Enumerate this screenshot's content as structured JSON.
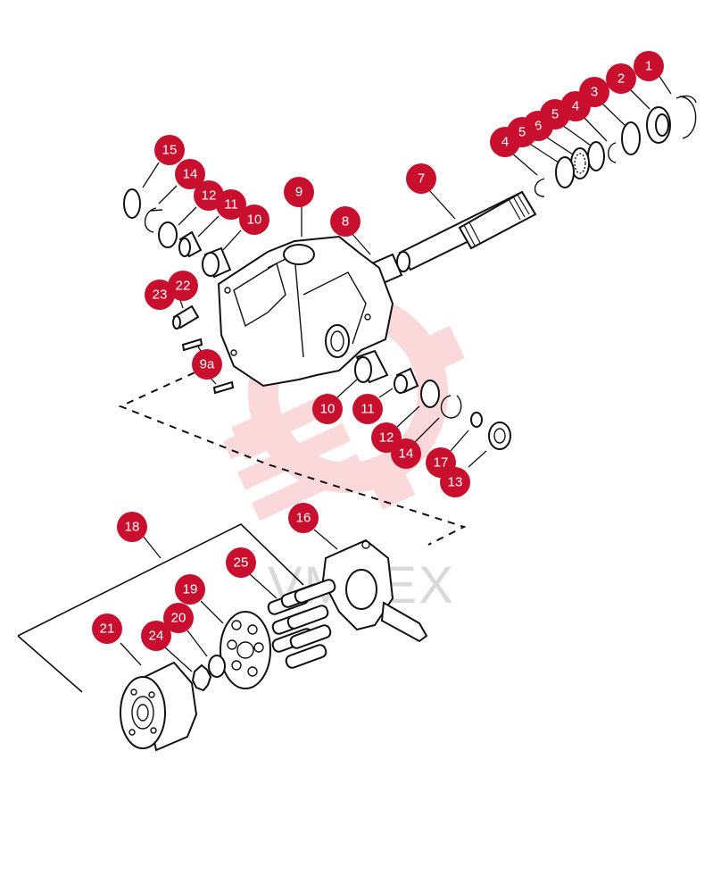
{
  "watermark": {
    "text": "VMFEX",
    "color": "#f8c9cc"
  },
  "accent_color": "#c8102e",
  "callouts": [
    {
      "id": "c1",
      "label": "1"
    },
    {
      "id": "c2",
      "label": "2"
    },
    {
      "id": "c3",
      "label": "3"
    },
    {
      "id": "c4a",
      "label": "4"
    },
    {
      "id": "c5a",
      "label": "5"
    },
    {
      "id": "c6",
      "label": "6"
    },
    {
      "id": "c5b",
      "label": "5"
    },
    {
      "id": "c4b",
      "label": "4"
    },
    {
      "id": "c7",
      "label": "7"
    },
    {
      "id": "c8",
      "label": "8"
    },
    {
      "id": "c9",
      "label": "9"
    },
    {
      "id": "c10a",
      "label": "10"
    },
    {
      "id": "c11a",
      "label": "11"
    },
    {
      "id": "c12a",
      "label": "12"
    },
    {
      "id": "c14a",
      "label": "14"
    },
    {
      "id": "c15",
      "label": "15"
    },
    {
      "id": "c22",
      "label": "22"
    },
    {
      "id": "c23",
      "label": "23"
    },
    {
      "id": "c9a",
      "label": "9a"
    },
    {
      "id": "c10b",
      "label": "10"
    },
    {
      "id": "c11b",
      "label": "11"
    },
    {
      "id": "c12b",
      "label": "12"
    },
    {
      "id": "c14b",
      "label": "14"
    },
    {
      "id": "c17",
      "label": "17"
    },
    {
      "id": "c13",
      "label": "13"
    },
    {
      "id": "c16",
      "label": "16"
    },
    {
      "id": "c18",
      "label": "18"
    },
    {
      "id": "c25",
      "label": "25"
    },
    {
      "id": "c19",
      "label": "19"
    },
    {
      "id": "c20",
      "label": "20"
    },
    {
      "id": "c24",
      "label": "24"
    },
    {
      "id": "c21",
      "label": "21"
    }
  ]
}
